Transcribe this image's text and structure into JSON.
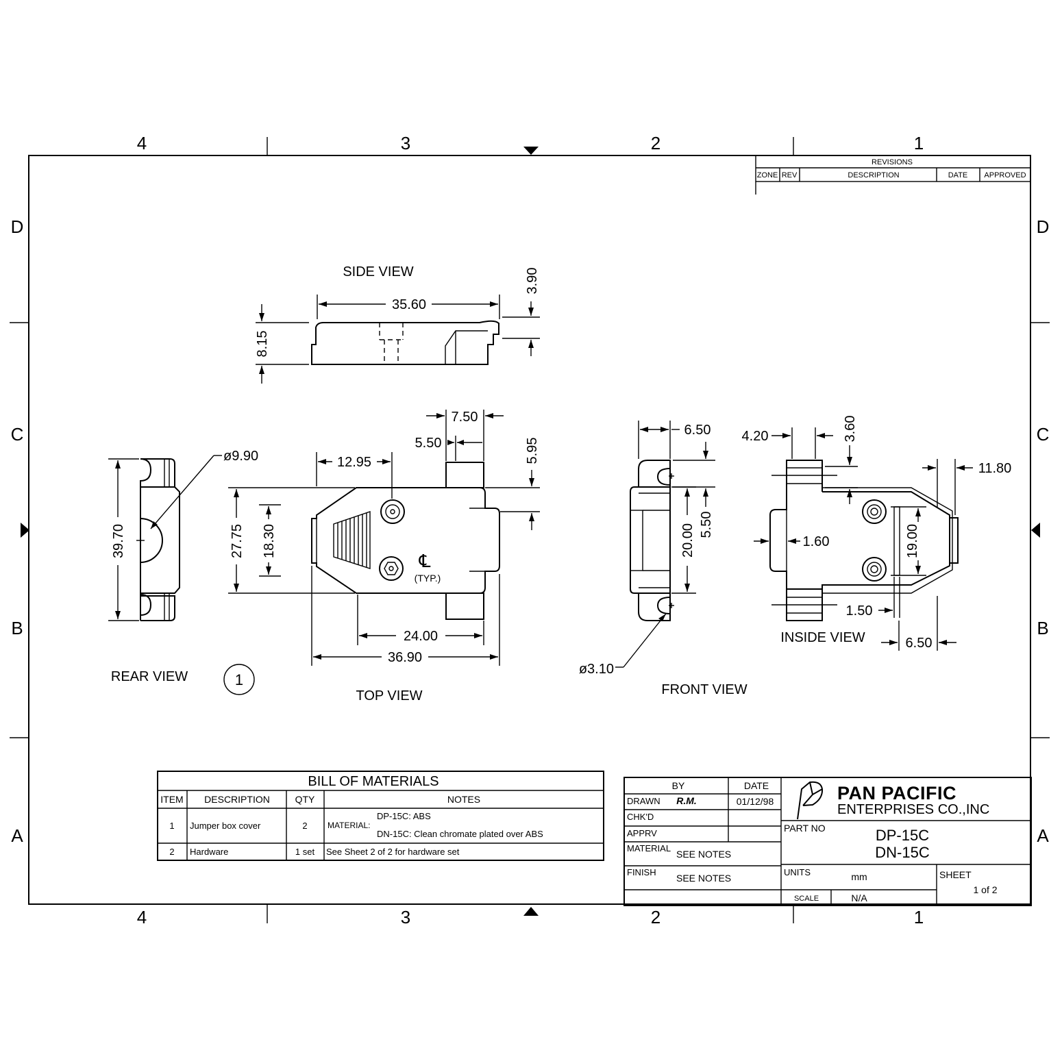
{
  "frame": {
    "columns": [
      "4",
      "3",
      "2",
      "1"
    ],
    "rows": [
      "D",
      "C",
      "B",
      "A"
    ]
  },
  "revisions": {
    "title": "REVISIONS",
    "columns": [
      "ZONE",
      "REV",
      "DESCRIPTION",
      "DATE",
      "APPROVED"
    ]
  },
  "views": {
    "side": "SIDE VIEW",
    "top": "TOP VIEW",
    "rear": "REAR VIEW",
    "front": "FRONT VIEW",
    "inside": "INSIDE VIEW",
    "item_balloon": "1"
  },
  "dimensions": {
    "side_length": "35.60",
    "side_height": "8.15",
    "side_step": "3.90",
    "top_tab_width": "7.50",
    "top_tab_inner": "5.50",
    "top_offset": "12.95",
    "top_tab_height": "5.95",
    "top_width": "27.75",
    "top_inner": "18.30",
    "top_base": "24.00",
    "top_length": "36.90",
    "centerline_symbol": "℄",
    "centerline_note": "(TYP.)",
    "rear_height": "39.70",
    "rear_hole": "ø9.90",
    "front_tab": "6.50",
    "front_gap": "5.50",
    "front_body": "20.00",
    "front_hole": "ø3.10",
    "inside_a": "4.20",
    "inside_b": "3.60",
    "inside_c": "11.80",
    "inside_d": "1.60",
    "inside_e": "19.00",
    "inside_f": "1.50",
    "inside_g": "6.50"
  },
  "bom": {
    "title": "BILL OF MATERIALS",
    "headers": [
      "ITEM",
      "DESCRIPTION",
      "QTY",
      "NOTES"
    ],
    "row1": {
      "item": "1",
      "description": "Jumper box cover",
      "qty": "2",
      "material_label": "MATERIAL:",
      "note_a": "DP-15C: ABS",
      "note_b": "DN-15C: Clean chromate plated over ABS"
    },
    "row2": {
      "item": "2",
      "description": "Hardware",
      "qty": "1 set",
      "note": "See Sheet 2 of 2  for hardware set"
    }
  },
  "title_block": {
    "by_label": "BY",
    "date_label": "DATE",
    "drawn_label": "DRAWN",
    "drawn_by": "R.M.",
    "drawn_date": "01/12/98",
    "chkd_label": "CHK'D",
    "apprv_label": "APPRV",
    "material_label": "MATERIAL",
    "material_value": "SEE NOTES",
    "finish_label": "FINISH",
    "finish_value": "SEE NOTES",
    "company_line1": "PAN PACIFIC",
    "company_line2": "ENTERPRISES CO.,INC",
    "part_no_label": "PART NO",
    "part_no_1": "DP-15C",
    "part_no_2": "DN-15C",
    "units_label": "UNITS",
    "units_value": "mm",
    "sheet_label": "SHEET",
    "sheet_value": "1 of 2",
    "scale_label": "SCALE",
    "scale_value": "N/A"
  }
}
